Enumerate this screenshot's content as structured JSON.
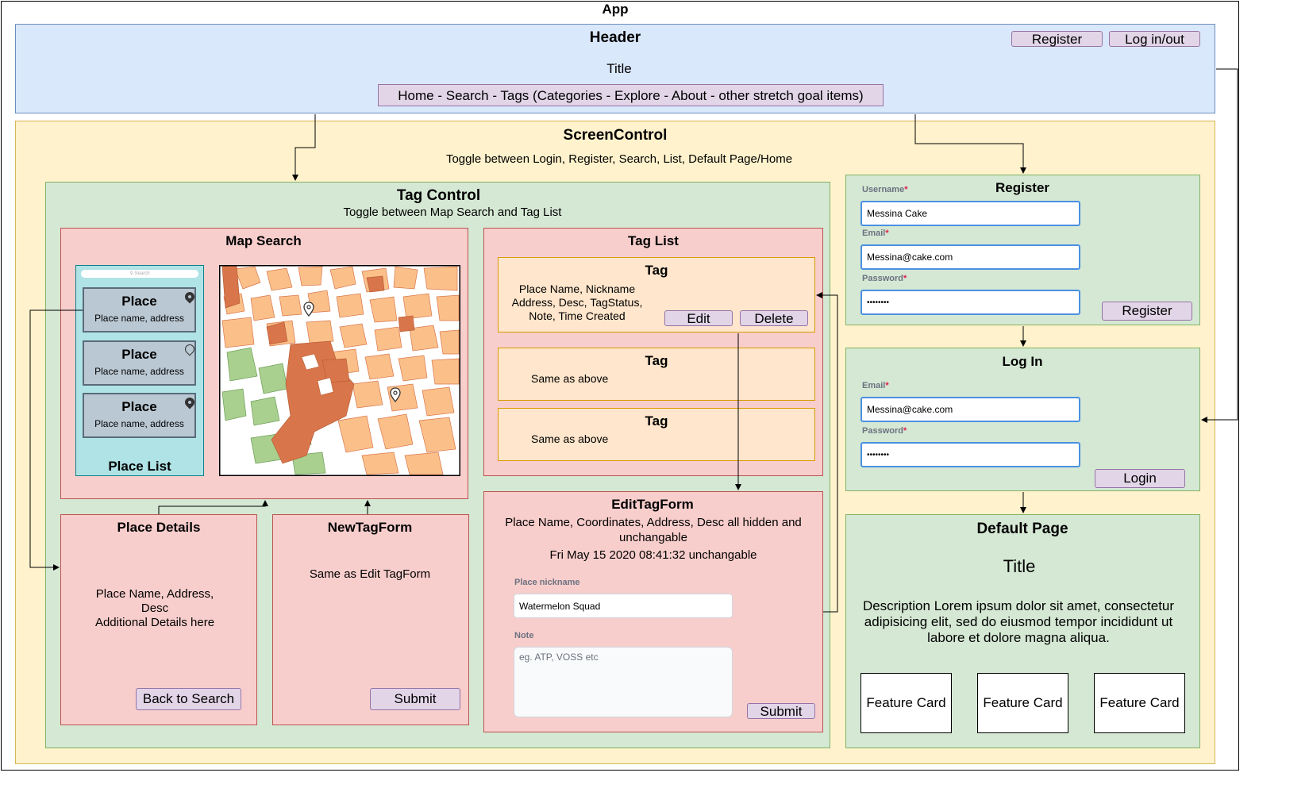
{
  "app": {
    "title": "App"
  },
  "header": {
    "title": "Header",
    "subtitle": "Title",
    "nav": "Home - Search - Tags  (Categories - Explore - About - other stretch goal items)",
    "register_button": "Register",
    "login_button": "Log in/out"
  },
  "screen_control": {
    "title": "ScreenControl",
    "description": "Toggle between Login, Register, Search, List, Default Page/Home"
  },
  "tag_control": {
    "title": "Tag Control",
    "description": "Toggle between Map Search and Tag List"
  },
  "map_search": {
    "title": "Map Search",
    "search_placeholder": "Search",
    "place_list_title": "Place List",
    "places": [
      {
        "name": "Place",
        "detail": "Place name, address"
      },
      {
        "name": "Place",
        "detail": "Place name, address"
      },
      {
        "name": "Place",
        "detail": "Place name, address"
      }
    ]
  },
  "tag_list": {
    "title": "Tag List",
    "tags": [
      {
        "title": "Tag",
        "body": "Place Name, Nickname\nAddress, Desc, TagStatus,\nNote, Time Created",
        "edit": "Edit",
        "delete": "Delete"
      },
      {
        "title": "Tag",
        "body": "Same as above"
      },
      {
        "title": "Tag",
        "body": "Same as above"
      }
    ]
  },
  "place_details": {
    "title": "Place Details",
    "body": "Place Name, Address,\nDesc\nAdditional Details here",
    "back_button": "Back to Search"
  },
  "new_tag_form": {
    "title": "NewTagForm",
    "body": "Same as Edit TagForm",
    "submit_button": "Submit"
  },
  "edit_tag_form": {
    "title": "EditTagForm",
    "note1": "Place Name, Coordinates, Address, Desc all hidden and unchangable",
    "note2": "Fri May 15 2020 08:41:32 unchangable",
    "nickname_label": "Place nickname",
    "nickname_value": "Watermelon Squad",
    "note_label": "Note",
    "note_placeholder": "eg. ATP, VOSS etc",
    "submit_button": "Submit"
  },
  "register": {
    "title": "Register",
    "username_label": "Username",
    "username_value": "Messina Cake",
    "email_label": "Email",
    "email_value": "Messina@cake.com",
    "password_label": "Password",
    "password_value": "••••••••",
    "submit_button": "Register"
  },
  "login": {
    "title": "Log In",
    "email_label": "Email",
    "email_value": "Messina@cake.com",
    "password_label": "Password",
    "password_value": "••••••••",
    "submit_button": "Login"
  },
  "default_page": {
    "title": "Default Page",
    "subtitle": "Title",
    "description": "Description Lorem ipsum dolor sit amet, consectetur adipisicing elit, sed do eiusmod tempor incididunt ut labore et dolore magna aliqua.",
    "cards": [
      "Feature Card",
      "Feature Card",
      "Feature Card"
    ]
  },
  "colors": {
    "header_bg": "#dae8fc",
    "screen_bg": "#fff2cc",
    "green_bg": "#d5e8d4",
    "pink_bg": "#f8cecc",
    "tag_bg": "#ffe6cc",
    "button_bg": "#e1d5e7",
    "place_list_bg": "#b0e3e6",
    "place_bg": "#bac8d3"
  }
}
